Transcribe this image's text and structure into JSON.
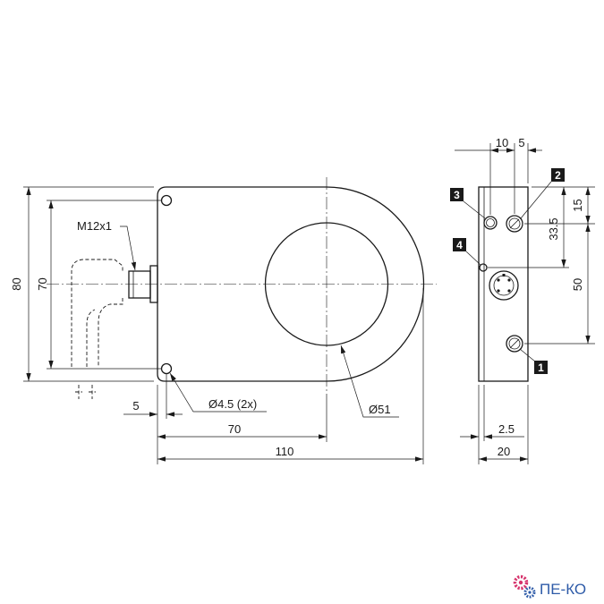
{
  "front_view": {
    "dim_height_overall": "80",
    "dim_hole_spacing_vertical": "70",
    "connector_thread": "M12x1",
    "dim_hole_edge_offset": "5",
    "mounting_hole_label": "Ø4.5 (2x)",
    "bore_diameter_label": "Ø51",
    "dim_bore_center": "70",
    "dim_length_overall": "110"
  },
  "side_view": {
    "dim_top_hole_spacing": "10",
    "dim_top_edge_offset": "5",
    "dim_right_upper": "15",
    "dim_right_connector": "33.5",
    "dim_right_screw_spacing": "50",
    "dim_bottom_offset": "2.5",
    "dim_width": "20",
    "callouts": [
      "1",
      "2",
      "3",
      "4"
    ]
  },
  "logo": {
    "text": "ПЕ-КО",
    "colors": {
      "text": "#2e5ba8",
      "gear_primary": "#d6336c",
      "gear_secondary": "#2e5ba8"
    }
  },
  "colors": {
    "line": "#1a1a1a",
    "background": "#ffffff"
  }
}
